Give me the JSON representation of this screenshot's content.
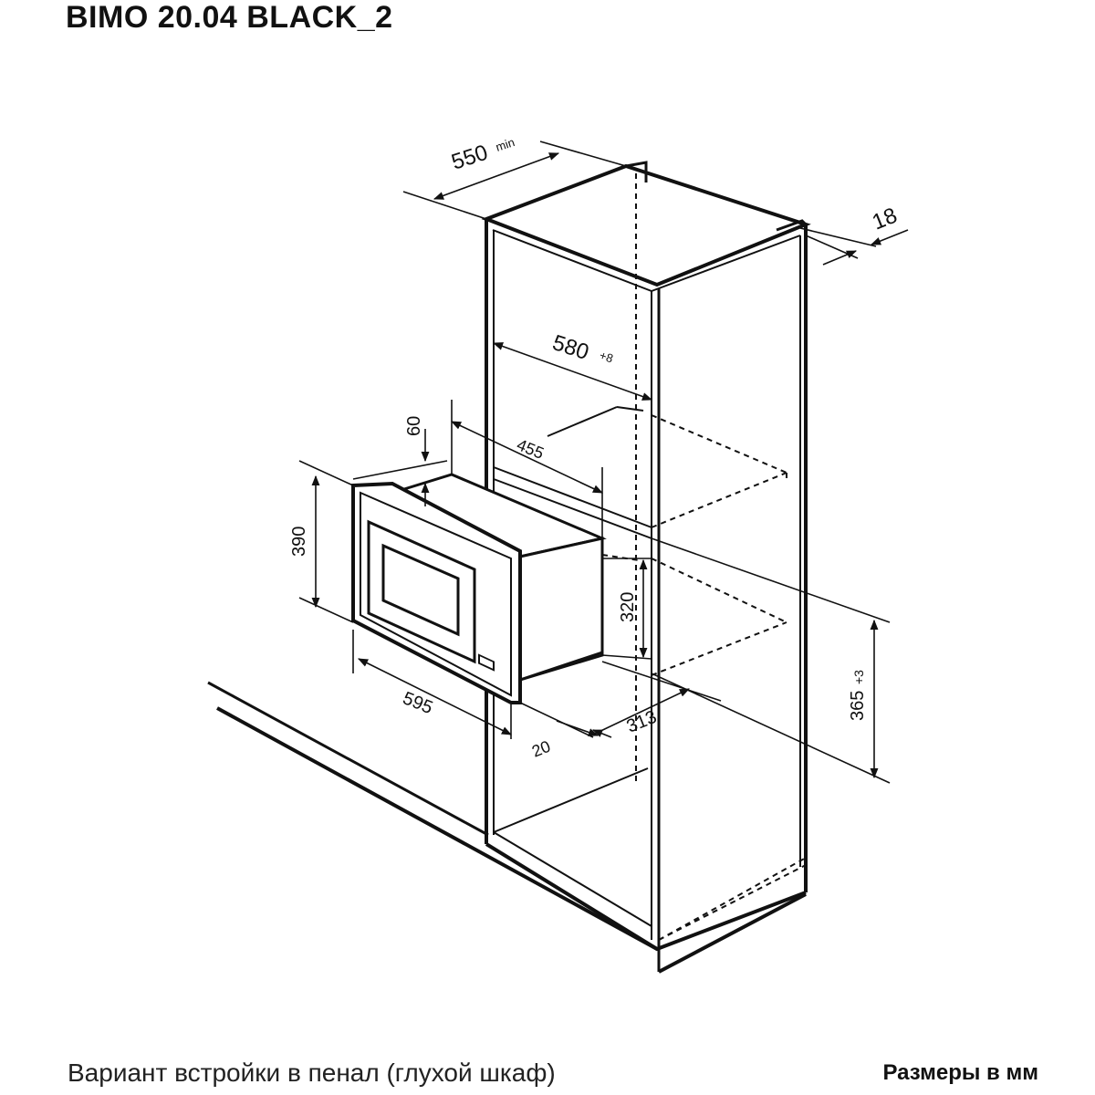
{
  "title": "BIMO 20.04 BLACK_2",
  "caption": "Вариант встройки в пенал (глухой шкаф)",
  "units_note": "Размеры в мм",
  "dimensions": {
    "depth_min": "550",
    "depth_min_suffix": "min",
    "panel_thickness": "18",
    "niche_width": "580",
    "niche_width_tol": "+8",
    "top_gap": "60",
    "body_depth": "455",
    "front_height": "390",
    "body_height": "320",
    "niche_height": "365",
    "niche_height_tol": "+3",
    "front_width": "595",
    "bottom_offset": "20",
    "bottom_depth": "313"
  }
}
